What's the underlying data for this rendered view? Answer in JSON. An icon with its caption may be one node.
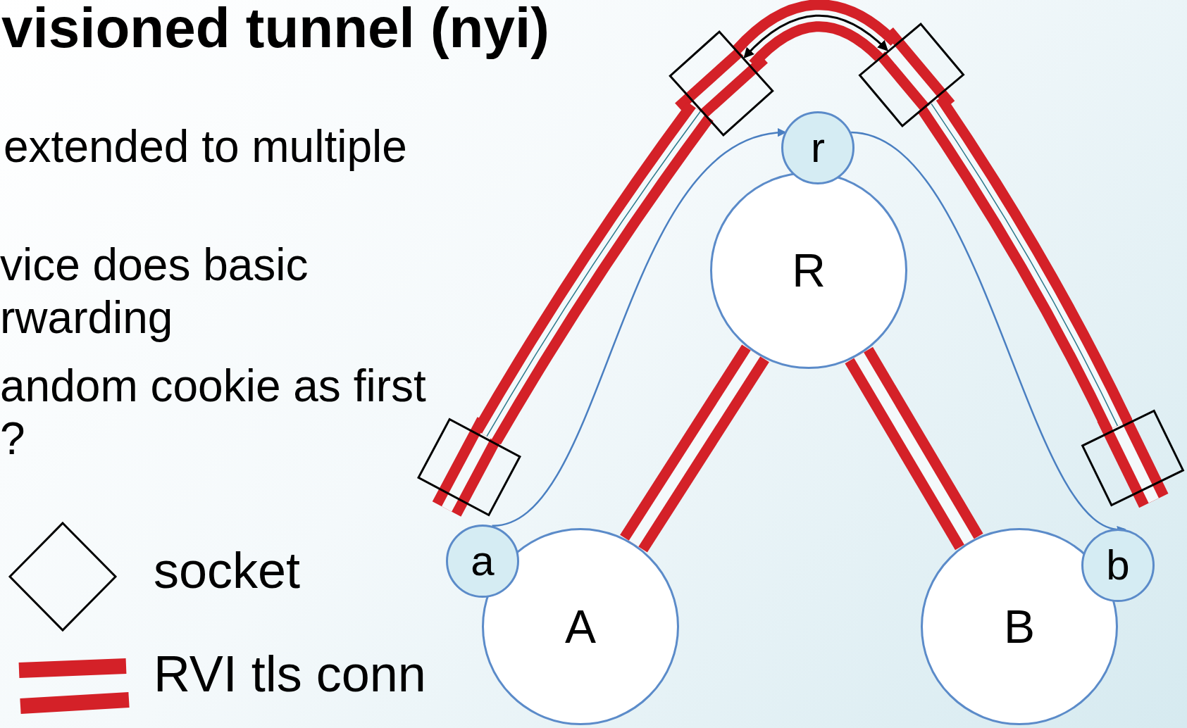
{
  "diagram": {
    "title": "visioned tunnel (nyi)",
    "nodes": [
      {
        "text": [],
        "shape": "box"
      },
      {
        "text": [],
        "shape": "box"
      },
      {
        "text": [
          "r"
        ]
      },
      {
        "text": [
          "R"
        ]
      },
      {
        "text": [],
        "shape": "box"
      },
      {
        "text": [],
        "shape": "box"
      },
      {
        "text": [
          "a"
        ]
      },
      {
        "text": [
          "A"
        ]
      },
      {
        "text": [
          "b"
        ]
      },
      {
        "text": [
          "B"
        ]
      }
    ],
    "edges": [
      {
        "from": 7,
        "to": 3,
        "arrow": "none",
        "style": "thick"
      },
      {
        "from": 3,
        "to": 9,
        "arrow": "none",
        "style": "thick"
      },
      {
        "from": 4,
        "to": 0,
        "arrow": "none",
        "style": "thick"
      },
      {
        "from": 0,
        "to": 1,
        "arrow": "none",
        "style": "thick"
      },
      {
        "from": 1,
        "to": 5,
        "arrow": "none",
        "style": "thick"
      },
      {
        "from": 4,
        "to": 0,
        "arrow": "none",
        "color": "#2b7a8c"
      },
      {
        "from": 1,
        "to": 5,
        "arrow": "none",
        "color": "#2b7a8c"
      },
      {
        "from": 0,
        "to": 1,
        "arrow": "both",
        "color": "#000000"
      },
      {
        "from": 6,
        "to": 2,
        "arrow": "to",
        "color": "#4a7fc1"
      },
      {
        "from": 2,
        "to": 8,
        "arrow": "to",
        "color": "#4a7fc1"
      }
    ],
    "labels": [
      "extended to multiple",
      "vice does basic rwarding",
      "andom cookie as first ?"
    ],
    "legend": [
      {
        "text": "socket"
      },
      {
        "text": "RVI tls conn"
      }
    ]
  }
}
